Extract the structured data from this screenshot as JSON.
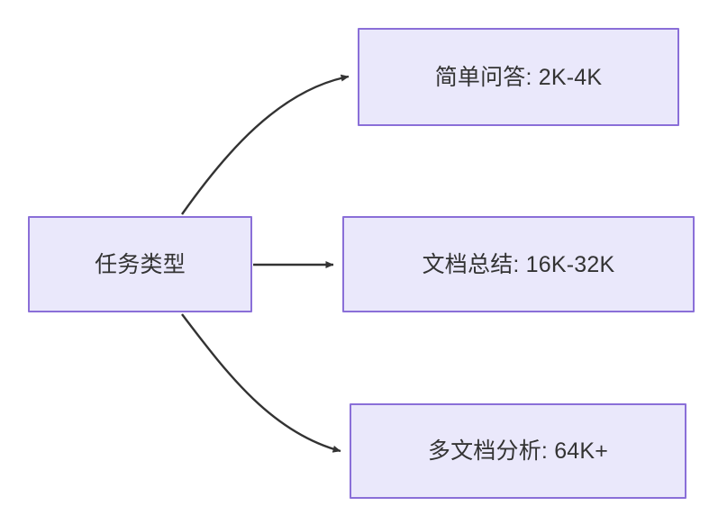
{
  "diagram": {
    "type": "flowchart",
    "direction": "left-to-right",
    "background_color": "#ffffff",
    "node_fill_color": "#eae8fb",
    "node_border_color": "#8a6fd8",
    "text_color": "#333333",
    "edge_color": "#333333",
    "nodes": [
      {
        "id": "source",
        "label": "任务类型"
      },
      {
        "id": "task1",
        "label": "简单问答: 2K-4K"
      },
      {
        "id": "task2",
        "label": "文档总结: 16K-32K"
      },
      {
        "id": "task3",
        "label": "多文档分析: 64K+"
      }
    ],
    "edges": [
      {
        "from": "source",
        "to": "task1",
        "style": "curved",
        "arrowhead": "filled-triangle"
      },
      {
        "from": "source",
        "to": "task2",
        "style": "straight",
        "arrowhead": "filled-triangle"
      },
      {
        "from": "source",
        "to": "task3",
        "style": "curved",
        "arrowhead": "filled-triangle"
      }
    ]
  }
}
